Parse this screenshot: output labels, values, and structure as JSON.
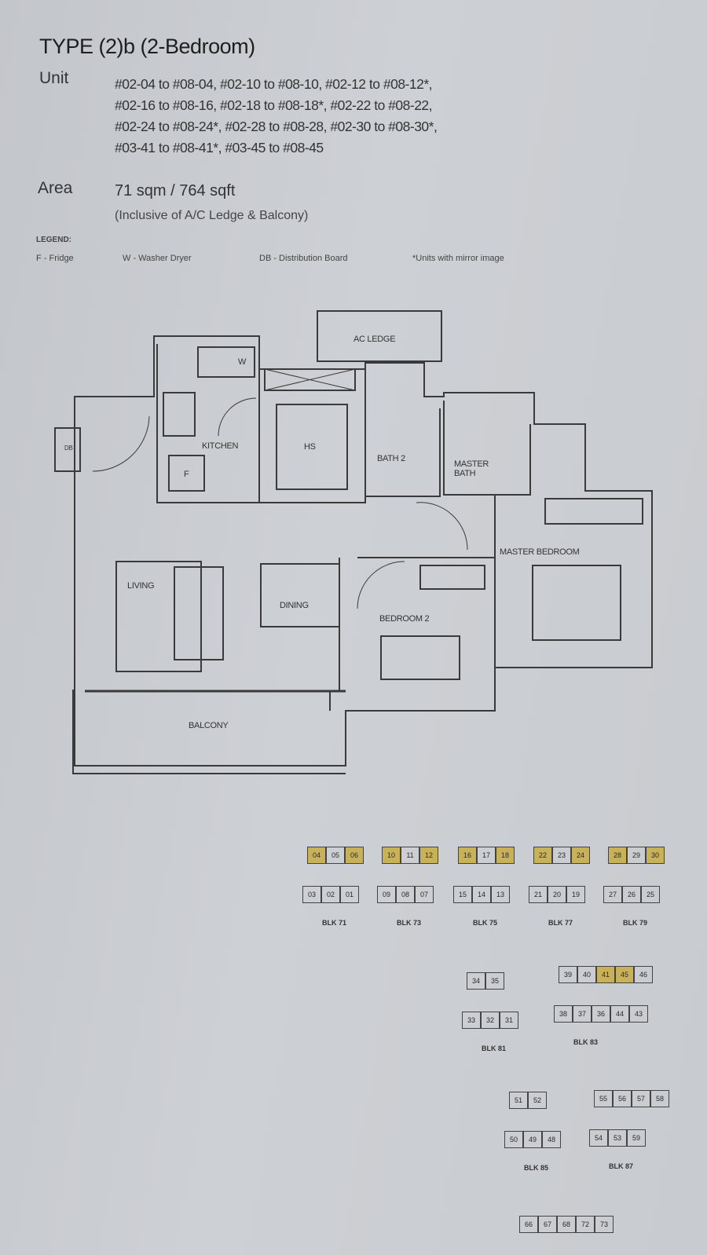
{
  "header": {
    "title": "TYPE (2)b (2-Bedroom)",
    "unit_label": "Unit",
    "units_lines": [
      "#02-04 to #08-04, #02-10 to #08-10, #02-12 to #08-12*,",
      "#02-16 to #08-16, #02-18 to #08-18*, #02-22 to #08-22,",
      "#02-24 to #08-24*, #02-28 to #08-28, #02-30 to #08-30*,",
      "#03-41 to #08-41*, #03-45 to #08-45"
    ],
    "area_label": "Area",
    "area_value": "71 sqm / 764 sqft",
    "area_note": "(Inclusive of A/C Ledge & Balcony)"
  },
  "legend": {
    "heading": "LEGEND:",
    "items": [
      "F - Fridge",
      "W - Washer Dryer",
      "DB - Distribution Board",
      "*Units with mirror image"
    ]
  },
  "floorplan": {
    "rooms": {
      "ac_ledge": "AC LEDGE",
      "kitchen": "KITCHEN",
      "hs": "HS",
      "bath2": "BATH 2",
      "master_bath": "MASTER BATH",
      "master_bedroom": "MASTER BEDROOM",
      "living": "LIVING",
      "dining": "DINING",
      "bedroom2": "BEDROOM 2",
      "balcony": "BALCONY",
      "w": "W",
      "f": "F",
      "db": "DB"
    }
  },
  "highlight_color": "#c9b15a",
  "keyplan": {
    "blocks": [
      {
        "label": "BLK 71",
        "top": [
          "04",
          "05",
          "06"
        ],
        "bottom": [
          "03",
          "02",
          "01"
        ],
        "hl": [
          "04",
          "06"
        ]
      },
      {
        "label": "BLK 73",
        "top": [
          "10",
          "11",
          "12"
        ],
        "bottom": [
          "09",
          "08",
          "07"
        ],
        "hl": [
          "10",
          "12"
        ]
      },
      {
        "label": "BLK 75",
        "top": [
          "16",
          "17",
          "18"
        ],
        "bottom": [
          "15",
          "14",
          "13"
        ],
        "hl": [
          "16",
          "18"
        ]
      },
      {
        "label": "BLK 77",
        "top": [
          "22",
          "23",
          "24"
        ],
        "bottom": [
          "21",
          "20",
          "19"
        ],
        "hl": [
          "22",
          "24"
        ]
      },
      {
        "label": "BLK 79",
        "top": [
          "28",
          "29",
          "30"
        ],
        "bottom": [
          "27",
          "26",
          "25"
        ],
        "hl": [
          "28",
          "30"
        ]
      },
      {
        "label": "BLK 81",
        "top": [
          "34",
          "35"
        ],
        "bottom": [
          "33",
          "32",
          "31"
        ],
        "hl": []
      },
      {
        "label": "BLK 83",
        "top": [
          "39",
          "40",
          "41",
          "45",
          "46"
        ],
        "bottom": [
          "38",
          "37",
          "36",
          "44",
          "43"
        ],
        "hl": [
          "41",
          "45"
        ]
      },
      {
        "label": "BLK 85",
        "top": [
          "51",
          "52"
        ],
        "bottom": [
          "50",
          "49",
          "48"
        ],
        "hl": []
      },
      {
        "label": "BLK 87",
        "top": [
          "55",
          "56",
          "57",
          "58"
        ],
        "bottom": [
          "54",
          "53",
          "59"
        ],
        "hl": []
      },
      {
        "label": "",
        "top": [
          "66",
          "67",
          "68",
          "72",
          "73"
        ],
        "bottom": [],
        "hl": []
      }
    ]
  }
}
